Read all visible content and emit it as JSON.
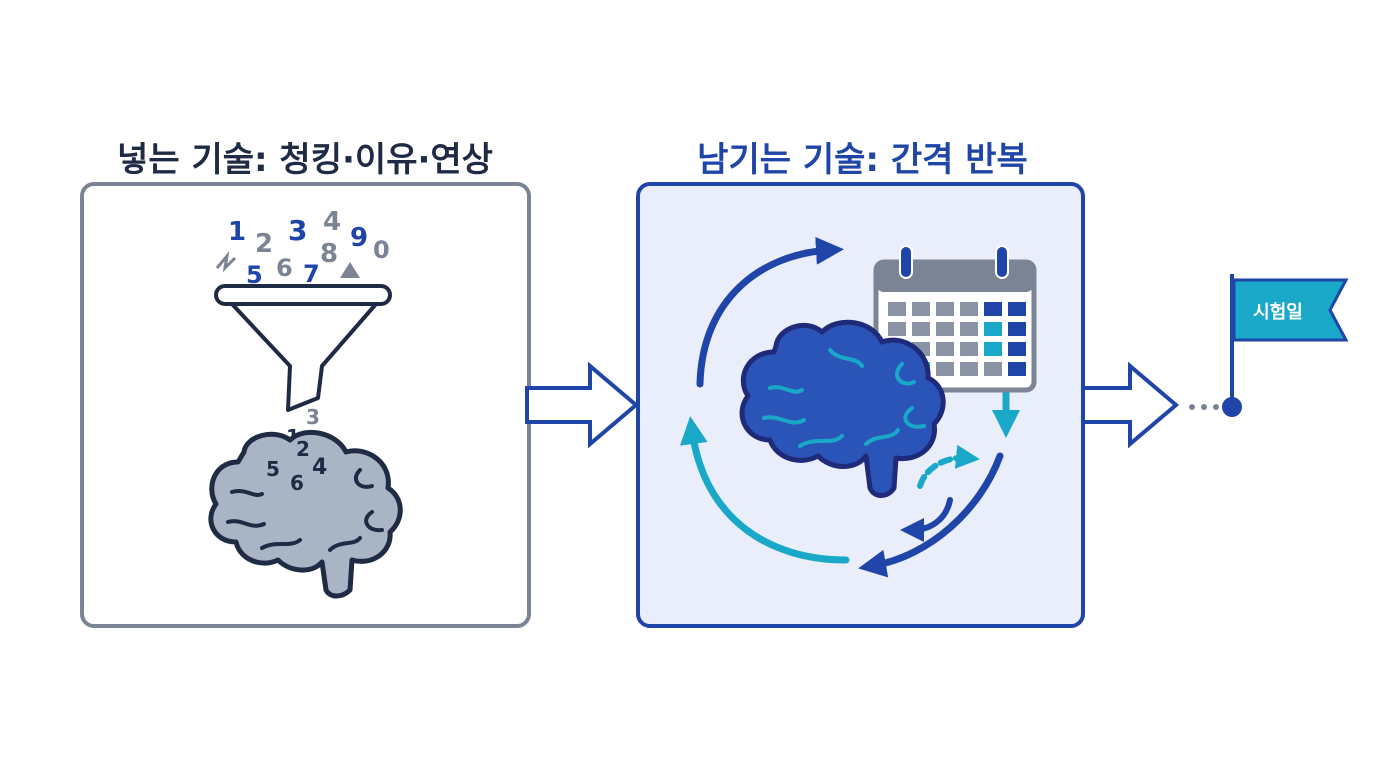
{
  "left_panel": {
    "title": "넣는 기술: 청킹·이유·연상",
    "funnel_digits": [
      "1",
      "2",
      "3",
      "4",
      "5",
      "6",
      "7",
      "8",
      "9",
      "0"
    ],
    "brain_digits": [
      "1",
      "2",
      "3",
      "4",
      "5",
      "6"
    ]
  },
  "right_panel": {
    "title": "남기는 기술: 간격 반복"
  },
  "goal": {
    "flag_label": "시험일"
  },
  "colors": {
    "dark_navy": "#1f2a44",
    "royal_blue": "#1f45a8",
    "cyan": "#1aa8c8",
    "gray_border": "#7a8494",
    "panel_fill": "#e9eefa",
    "brain_gray": "#a9b4c4"
  }
}
